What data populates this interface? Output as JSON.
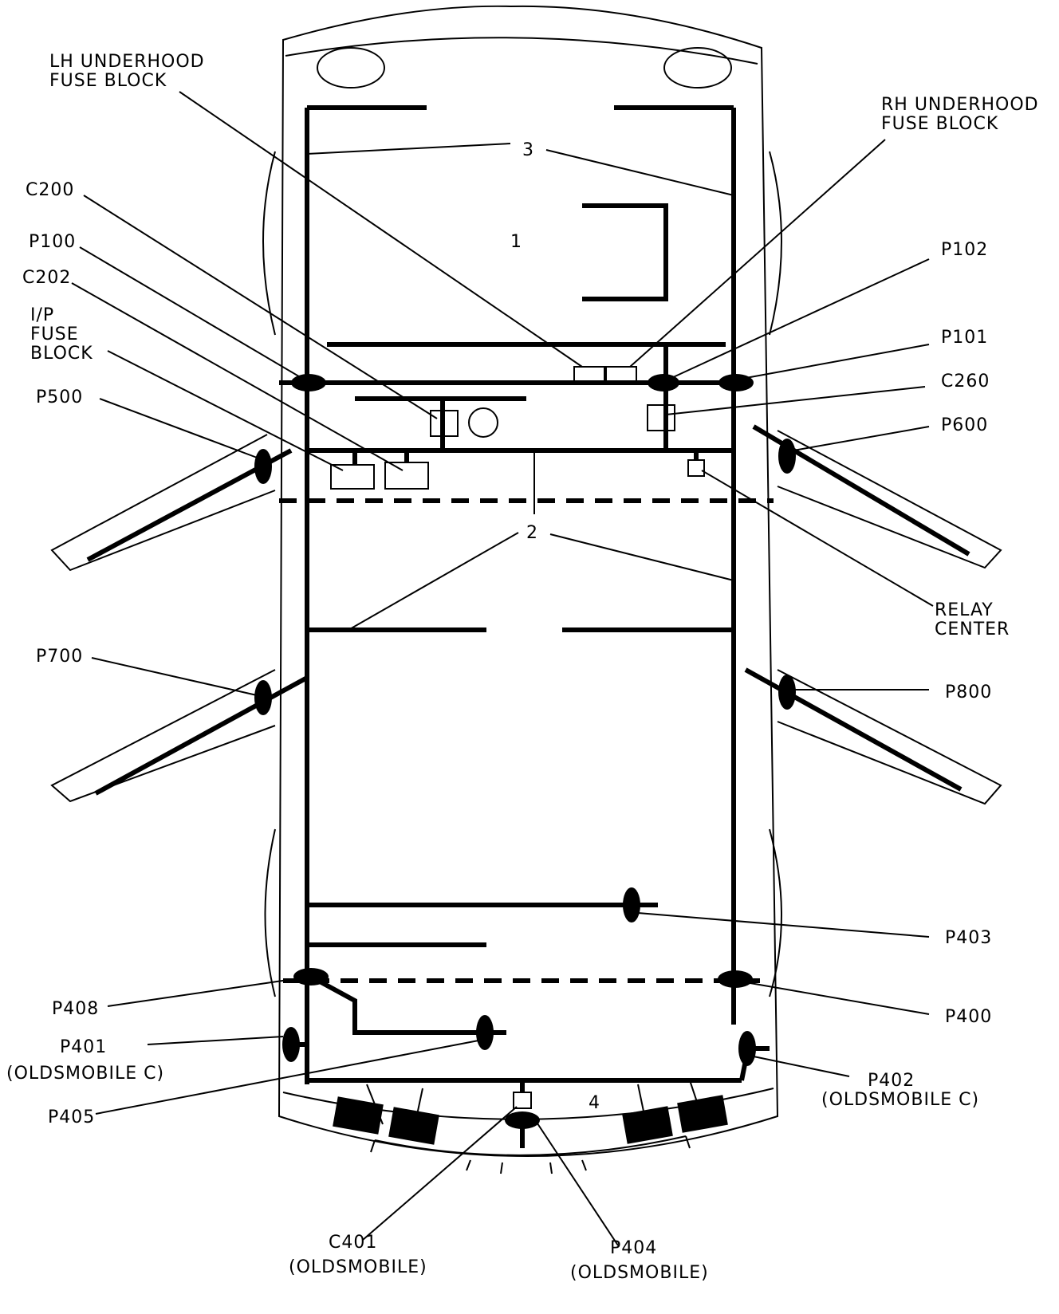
{
  "diagram": {
    "labels": {
      "lh_underhood_1": "LH UNDERHOOD",
      "lh_underhood_2": "FUSE BLOCK",
      "rh_underhood_1": "RH UNDERHOOD",
      "rh_underhood_2": "FUSE BLOCK",
      "c200": "C200",
      "p100": "P100",
      "c202": "C202",
      "ip_1": "I/P",
      "ip_2": "FUSE",
      "ip_3": "BLOCK",
      "p500": "P500",
      "p102": "P102",
      "p101": "P101",
      "c260": "C260",
      "p600": "P600",
      "relay_1": "RELAY",
      "relay_2": "CENTER",
      "p700": "P700",
      "p800": "P800",
      "p403": "P403",
      "p408": "P408",
      "p400": "P400",
      "p401_1": "P401",
      "p401_2": "(OLDSMOBILE C)",
      "p402_1": "P402",
      "p402_2": "(OLDSMOBILE C)",
      "p405": "P405",
      "c401_1": "C401",
      "c401_2": "(OLDSMOBILE)",
      "p404_1": "P404",
      "p404_2": "(OLDSMOBILE)"
    },
    "zone_numbers": {
      "z1": "1",
      "z2": "2",
      "z3": "3",
      "z4": "4"
    }
  }
}
